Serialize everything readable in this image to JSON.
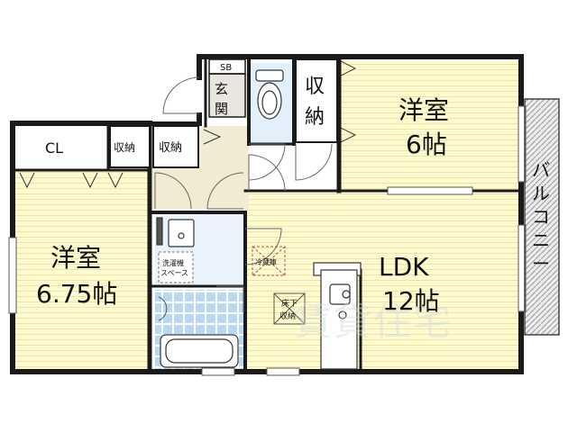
{
  "rooms": {
    "bedroom_left": {
      "name": "洋室",
      "size": "6.75帖"
    },
    "bedroom_right": {
      "name": "洋室",
      "size": "6帖"
    },
    "ldk": {
      "name": "LDK",
      "size": "12帖"
    }
  },
  "storage": {
    "cl": "CL",
    "storage_a": "収納",
    "storage_b": "収納",
    "storage_main_top": "収",
    "storage_main_bottom": "納"
  },
  "entry": {
    "sb": "SB",
    "genkan_top": "玄",
    "genkan_bottom": "関"
  },
  "fixtures": {
    "washer_top": "洗濯機",
    "washer_bottom": "スペース",
    "fridge": "冷蔵庫",
    "underfloor_top": "床下",
    "underfloor_bottom": "収納"
  },
  "balcony": [
    "バ",
    "ル",
    "コ",
    "ニ",
    "ー"
  ],
  "watermark": "賃貸住宅"
}
